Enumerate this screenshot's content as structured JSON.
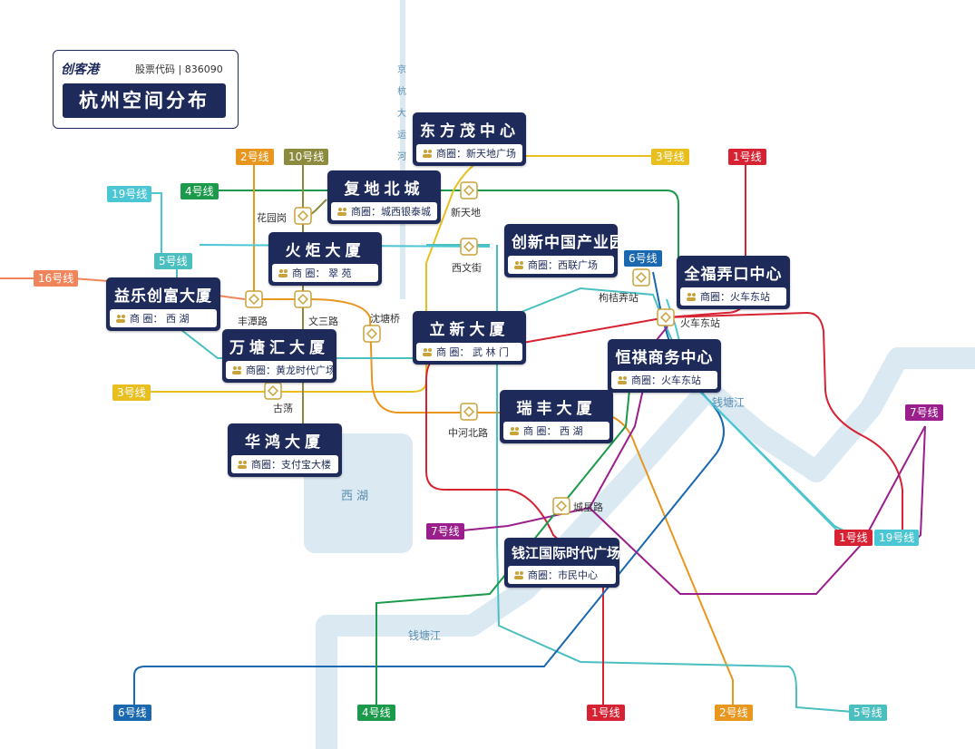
{
  "logo": {
    "brand": "创客港",
    "code": "股票代码 | 836090",
    "title": "杭州空间分布"
  },
  "geo": {
    "canal": "京杭大运河",
    "west_lake": "西 湖",
    "qiantang_1": "钱塘江",
    "qiantang_2": "钱塘江"
  },
  "buildings": [
    {
      "name": "东方茂中心",
      "area": "商圈：新天地广场"
    },
    {
      "name": "复地北城",
      "area": "商圈：城西银泰城"
    },
    {
      "name": "创新中国产业园",
      "area": "商圈：西联广场"
    },
    {
      "name": "火炬大厦",
      "area": "商 圈： 翠 苑"
    },
    {
      "name": "全福弄口中心",
      "area": "商圈：火车东站"
    },
    {
      "name": "益乐创富大厦",
      "area": "商 圈： 西 湖"
    },
    {
      "name": "立新大厦",
      "area": "商 圈： 武 林 门"
    },
    {
      "name": "万塘汇大厦",
      "area": "商圈：黄龙时代广场"
    },
    {
      "name": "恒祺商务中心",
      "area": "商圈：火车东站"
    },
    {
      "name": "瑞丰大厦",
      "area": "商 圈： 西 湖"
    },
    {
      "name": "华鸿大厦",
      "area": "商圈：支付宝大楼"
    },
    {
      "name": "钱江国际时代广场",
      "area": "商圈：市民中心"
    }
  ],
  "stations": [
    "花园岗",
    "新天地",
    "西文街",
    "枸桔弄站",
    "火车东站",
    "丰潭路",
    "文三路",
    "沈塘桥",
    "古荡",
    "中河北路",
    "城星路"
  ],
  "lines": [
    {
      "label": "2号线",
      "color": "#e8961e"
    },
    {
      "label": "10号线",
      "color": "#8c8a3c"
    },
    {
      "label": "3号线",
      "color": "#e8bf1e"
    },
    {
      "label": "1号线",
      "color": "#d62232"
    },
    {
      "label": "19号线",
      "color": "#4bc6d4"
    },
    {
      "label": "4号线",
      "color": "#1a9a4a"
    },
    {
      "label": "5号线",
      "color": "#4bbfc0"
    },
    {
      "label": "16号线",
      "color": "#f0845a"
    },
    {
      "label": "6号线",
      "color": "#1a68b0"
    },
    {
      "label": "3号线",
      "color": "#e8bf1e"
    },
    {
      "label": "7号线",
      "color": "#9a1e8c"
    },
    {
      "label": "7号线",
      "color": "#9a1e8c"
    },
    {
      "label": "1号线",
      "color": "#d62232"
    },
    {
      "label": "19号线",
      "color": "#4bc6d4"
    },
    {
      "label": "6号线",
      "color": "#1a68b0"
    },
    {
      "label": "4号线",
      "color": "#1a9a4a"
    },
    {
      "label": "1号线",
      "color": "#d62232"
    },
    {
      "label": "2号线",
      "color": "#e8961e"
    },
    {
      "label": "5号线",
      "color": "#4bbfc0"
    }
  ]
}
